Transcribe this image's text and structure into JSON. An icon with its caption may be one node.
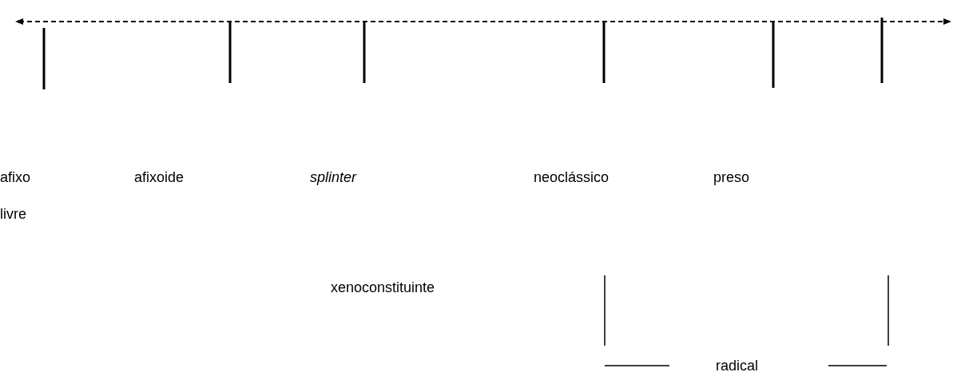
{
  "diagram": {
    "labels": [
      "afixo",
      "afixoide",
      "splinter",
      "neoclássico",
      "preso",
      "livre",
      "xenoconstituinte",
      "radical"
    ]
  }
}
